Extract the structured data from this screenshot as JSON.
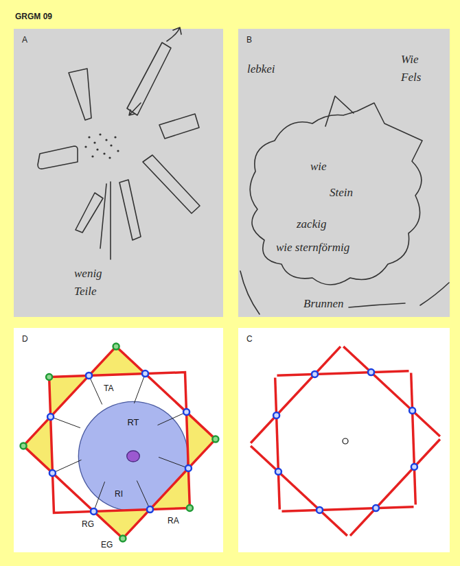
{
  "diagram": {
    "title": "GRGM 09",
    "nodes": [
      {
        "text": [
          "A"
        ]
      },
      {
        "text": [
          "B"
        ]
      },
      {
        "text": [
          "D"
        ]
      },
      {
        "text": [
          "RT"
        ],
        "in": 2
      },
      {
        "text": [
          "C"
        ]
      }
    ],
    "labels": [
      "wenig Teile",
      "lebkei",
      "Wie Fels",
      "wie",
      "Stein",
      "zackig",
      "wie sternförmig",
      "Brunnen",
      "TA",
      "RI",
      "RG",
      "RA",
      "EG"
    ]
  }
}
